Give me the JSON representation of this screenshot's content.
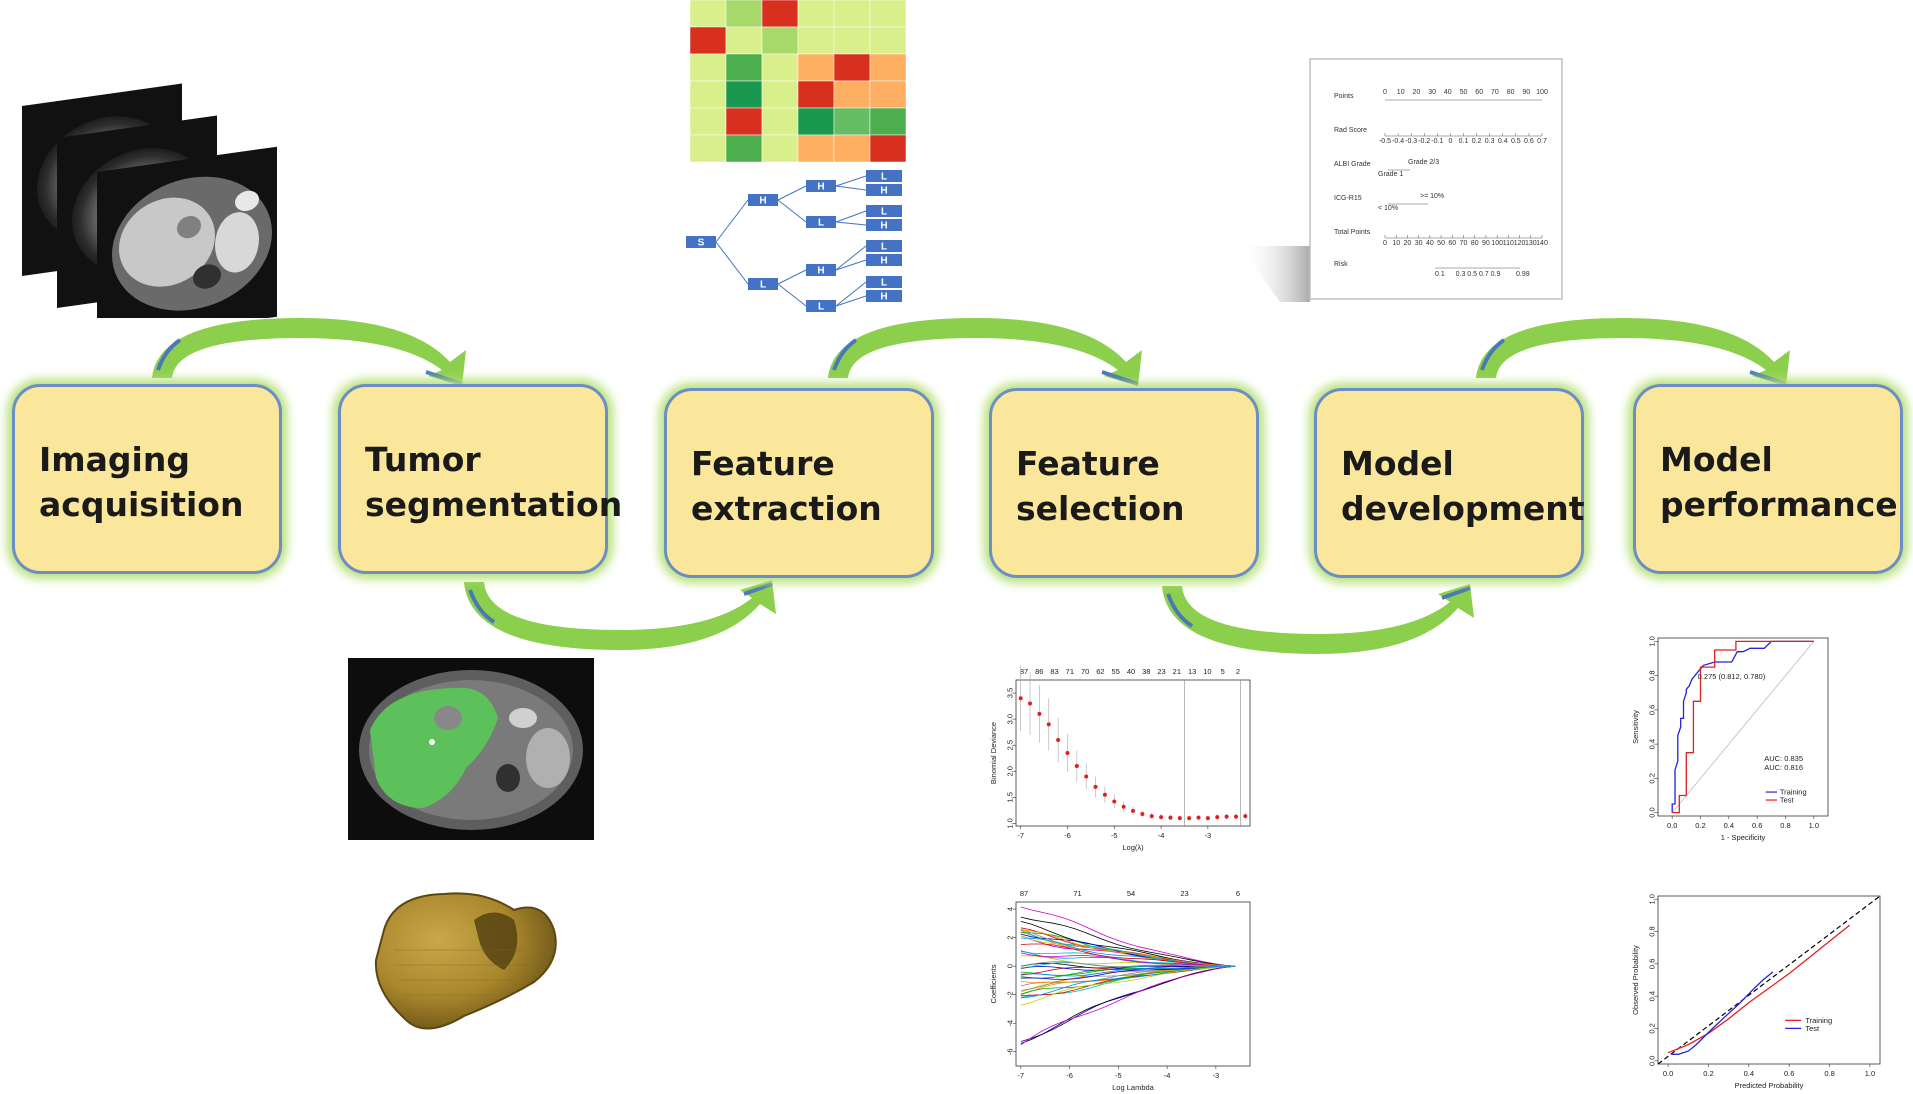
{
  "steps": [
    {
      "label": "Imaging acquisition"
    },
    {
      "label": "Tumor segmentation"
    },
    {
      "label": "Feature extraction"
    },
    {
      "label": "Feature selection"
    },
    {
      "label": "Model development"
    },
    {
      "label": "Model performance"
    }
  ],
  "colors": {
    "box_fill": "#fbe79c",
    "box_border": "#6b8ec4",
    "glow": "#b7e07a",
    "arrow": "#8ccf4d",
    "arrow_tip": "#4a78b6"
  },
  "heatmap": {
    "rows": [
      [
        "#d9ef8b",
        "#a6d96a",
        "#d7301f",
        "#d9ef8b",
        "#d9ef8b",
        "#d9ef8b"
      ],
      [
        "#d7301f",
        "#d9ef8b",
        "#a6d96a",
        "#d9ef8b",
        "#d9ef8b",
        "#d9ef8b"
      ],
      [
        "#d9ef8b",
        "#4cae4c",
        "#d9ef8b",
        "#fdae61",
        "#d7301f",
        "#fdae61"
      ],
      [
        "#d9ef8b",
        "#1a9850",
        "#d9ef8b",
        "#d7301f",
        "#fdae61",
        "#fdae61"
      ],
      [
        "#d9ef8b",
        "#d7301f",
        "#d9ef8b",
        "#1a9850",
        "#66bd63",
        "#4cae4c"
      ],
      [
        "#d9ef8b",
        "#4cae4c",
        "#d9ef8b",
        "#fdae61",
        "#fdae61",
        "#d7301f"
      ]
    ]
  },
  "wavelet_tree": {
    "root": "S",
    "level1": [
      "H",
      "L"
    ],
    "level2": [
      "H",
      "L",
      "H",
      "L"
    ],
    "leaves": [
      "L",
      "H",
      "L",
      "H",
      "L",
      "H",
      "L",
      "H"
    ]
  },
  "nomogram": {
    "rows": [
      "Points",
      "Rad Score",
      "ALBI Grade",
      "ICG-R15",
      "Total Points",
      "Risk"
    ],
    "points_ticks": [
      "0",
      "10",
      "20",
      "30",
      "40",
      "50",
      "60",
      "70",
      "80",
      "90",
      "100"
    ],
    "rad_ticks": [
      "-0.5",
      "-0.4",
      "-0.3",
      "-0.2",
      "-0.1",
      "0",
      "0.1",
      "0.2",
      "0.3",
      "0.4",
      "0.5",
      "0.6",
      "0.7"
    ],
    "albi_labels": [
      "Grade 2/3",
      "Grade 1"
    ],
    "icg_labels": [
      "< 10%",
      ">= 10%"
    ],
    "total_ticks": [
      "0",
      "10",
      "20",
      "30",
      "40",
      "50",
      "60",
      "70",
      "80",
      "90",
      "100",
      "110",
      "120",
      "130",
      "140"
    ],
    "risk_ticks": [
      "0.1",
      "0.3 0.5 0.7 0.9",
      "0.99"
    ]
  },
  "chart_data": [
    {
      "type": "scatter",
      "xlabel": "Log(λ)",
      "ylabel": "Binomial Deviance",
      "top_ticks": [
        "87",
        "86",
        "83",
        "71",
        "70",
        "62",
        "55",
        "40",
        "38",
        "23",
        "21",
        "13",
        "10",
        "5",
        "2"
      ],
      "x_ticks": [
        "-7",
        "-6",
        "-5",
        "-4",
        "-3"
      ],
      "y_ticks": [
        "1.0",
        "1.5",
        "2.0",
        "2.5",
        "3.0",
        "3.5"
      ],
      "xlim": [
        -7.1,
        -2.1
      ],
      "ylim": [
        0.95,
        3.75
      ],
      "vlines": [
        -3.5,
        -2.3
      ],
      "x": [
        -7.0,
        -6.8,
        -6.6,
        -6.4,
        -6.2,
        -6.0,
        -5.8,
        -5.6,
        -5.4,
        -5.2,
        -5.0,
        -4.8,
        -4.6,
        -4.4,
        -4.2,
        -4.0,
        -3.8,
        -3.6,
        -3.4,
        -3.2,
        -3.0,
        -2.8,
        -2.6,
        -2.4,
        -2.2
      ],
      "y": [
        3.4,
        3.3,
        3.1,
        2.9,
        2.6,
        2.35,
        2.1,
        1.9,
        1.7,
        1.55,
        1.42,
        1.32,
        1.24,
        1.18,
        1.14,
        1.12,
        1.11,
        1.1,
        1.1,
        1.11,
        1.1,
        1.12,
        1.13,
        1.13,
        1.14
      ]
    },
    {
      "type": "line",
      "xlabel": "Log Lambda",
      "ylabel": "Coefficients",
      "top_ticks": [
        "87",
        "71",
        "54",
        "23",
        "6"
      ],
      "x_ticks": [
        "-7",
        "-6",
        "-5",
        "-4",
        "-3"
      ],
      "y_ticks": [
        "-6",
        "-4",
        "-2",
        "0",
        "2",
        "4"
      ],
      "xlim": [
        -7.1,
        -2.3
      ],
      "ylim": [
        -7,
        4.5
      ],
      "series_count": 40
    },
    {
      "type": "line",
      "xlabel": "1 - Specificity",
      "ylabel": "Sensitivity",
      "annotation": "0.275 (0.812, 0.780)",
      "auc_labels": [
        "AUC: 0.835",
        "AUC: 0.816"
      ],
      "x_ticks": [
        "0.0",
        "0.2",
        "0.4",
        "0.6",
        "0.8",
        "1.0"
      ],
      "y_ticks": [
        "0.0",
        "0.2",
        "0.4",
        "0.6",
        "0.8",
        "1.0"
      ],
      "series": [
        {
          "name": "Training",
          "color": "#2424d8",
          "x": [
            0,
            0,
            0.02,
            0.02,
            0.04,
            0.04,
            0.06,
            0.06,
            0.08,
            0.08,
            0.1,
            0.1,
            0.12,
            0.14,
            0.16,
            0.18,
            0.2,
            0.22,
            0.3,
            0.42,
            0.46,
            0.5,
            0.55,
            0.65,
            0.7,
            0.8,
            1.0
          ],
          "y": [
            0,
            0.05,
            0.05,
            0.25,
            0.3,
            0.45,
            0.5,
            0.55,
            0.55,
            0.65,
            0.7,
            0.72,
            0.74,
            0.78,
            0.8,
            0.82,
            0.84,
            0.86,
            0.88,
            0.88,
            0.94,
            0.94,
            0.96,
            0.96,
            1.0,
            1.0,
            1.0
          ]
        },
        {
          "name": "Test",
          "color": "#e02020",
          "x": [
            0,
            0.05,
            0.05,
            0.1,
            0.1,
            0.15,
            0.15,
            0.2,
            0.2,
            0.3,
            0.3,
            0.45,
            0.45,
            1.0
          ],
          "y": [
            0,
            0,
            0.1,
            0.1,
            0.35,
            0.35,
            0.65,
            0.65,
            0.85,
            0.85,
            0.95,
            0.95,
            1.0,
            1.0
          ]
        }
      ]
    },
    {
      "type": "line",
      "xlabel": "Predicted Probability",
      "ylabel": "Observed Probability",
      "x_ticks": [
        "0.0",
        "0.2",
        "0.4",
        "0.6",
        "0.8",
        "1.0"
      ],
      "y_ticks": [
        "0.0",
        "0.2",
        "0.4",
        "0.6",
        "0.8",
        "1.0"
      ],
      "series": [
        {
          "name": "Training",
          "color": "#e02020",
          "x": [
            0.0,
            0.1,
            0.2,
            0.3,
            0.4,
            0.5,
            0.6,
            0.7,
            0.8,
            0.9
          ],
          "y": [
            0.05,
            0.1,
            0.17,
            0.26,
            0.36,
            0.45,
            0.54,
            0.64,
            0.74,
            0.84
          ]
        },
        {
          "name": "Test",
          "color": "#2424d8",
          "x": [
            0.02,
            0.05,
            0.1,
            0.14,
            0.18,
            0.22,
            0.28,
            0.35,
            0.42,
            0.47,
            0.52
          ],
          "y": [
            0.04,
            0.04,
            0.06,
            0.1,
            0.15,
            0.2,
            0.27,
            0.35,
            0.44,
            0.5,
            0.55
          ]
        }
      ]
    }
  ]
}
